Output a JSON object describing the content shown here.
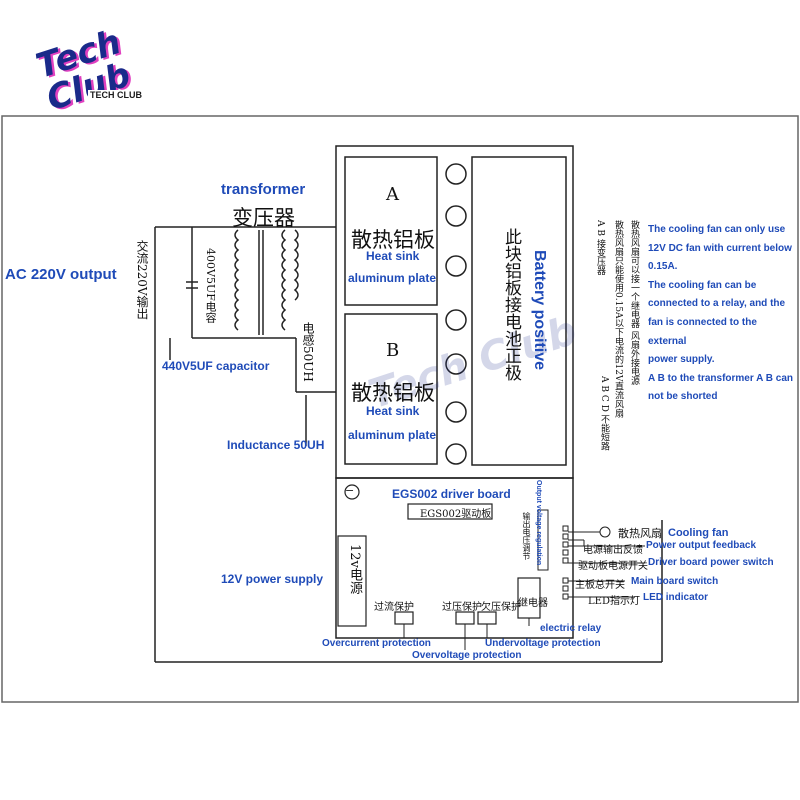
{
  "logo": {
    "main": "Tech Club",
    "sub": "TECH CLUB"
  },
  "watermark": "Tech Club",
  "labels": {
    "transformer_en": "transformer",
    "transformer_cn": "变压器",
    "ac_output_en": "AC 220V output",
    "ac_output_cn": "交流220V输出",
    "capacitor_cn": "400V5UF电容",
    "capacitor_en": "440V5UF capacitor",
    "inductance_cn": "电感50UH",
    "inductance_en": "Inductance 50UH",
    "heatsink_a_letter": "A",
    "heatsink_a_cn": "散热铝板",
    "heatsink_a_en1": "Heat sink",
    "heatsink_a_en2": "aluminum plate",
    "heatsink_b_letter": "B",
    "heatsink_b_cn": "散热铝板",
    "heatsink_b_en1": "Heat sink",
    "heatsink_b_en2": "aluminum plate",
    "battery_cn": "此块铝板接电池正极",
    "battery_en": "Battery positive",
    "driver_board_en": "EGS002 driver board",
    "driver_board_cn": "EGS002驱动板",
    "circle_minus": "−",
    "output_voltage_en": "Output voltage regulation",
    "output_voltage_cn": "输出电压调节",
    "relay_cn": "继电器",
    "relay_en": "electric relay",
    "power_12v_cn": "12v电源",
    "power_12v_en": "12V power supply",
    "overcurrent_cn": "过流保护",
    "overcurrent_en": "Overcurrent protection",
    "overvoltage_cn": "过压保护",
    "overvoltage_en": "Overvoltage protection",
    "undervoltage_cn": "欠压保护",
    "undervoltage_en": "Undervoltage protection",
    "fan_cn": "散热风扇",
    "fan_en": "Cooling fan",
    "feedback_cn": "电源输出反馈",
    "feedback_en": "Power output feedback",
    "driver_switch_cn": "驱动板电源开关",
    "driver_switch_en": "Driver board power switch",
    "main_switch_cn": "主板总开关",
    "main_switch_en": "Main board switch",
    "led_cn": "LED指示灯",
    "led_en": "LED indicator"
  },
  "notes": {
    "cn_col1": "A B 接变压器",
    "cn_col2": "散热风扇只能使用0.15A以下电流的12V直流风扇",
    "cn_col3": "散热风扇可以接一个继电器 风扇外接电源",
    "cn_col4": "A B C D 不能短路",
    "en_lines": [
      "The cooling fan can only use",
      "12V DC fan with current below",
      "0.15A.",
      "The cooling fan can be",
      "connected to a relay, and the",
      "fan is connected to the external",
      "power supply.",
      "A B to the transformer A B can",
      "not be shorted"
    ]
  },
  "colors": {
    "accent_blue": "#1f4bb8",
    "line": "#222222",
    "frame": "#555555"
  }
}
